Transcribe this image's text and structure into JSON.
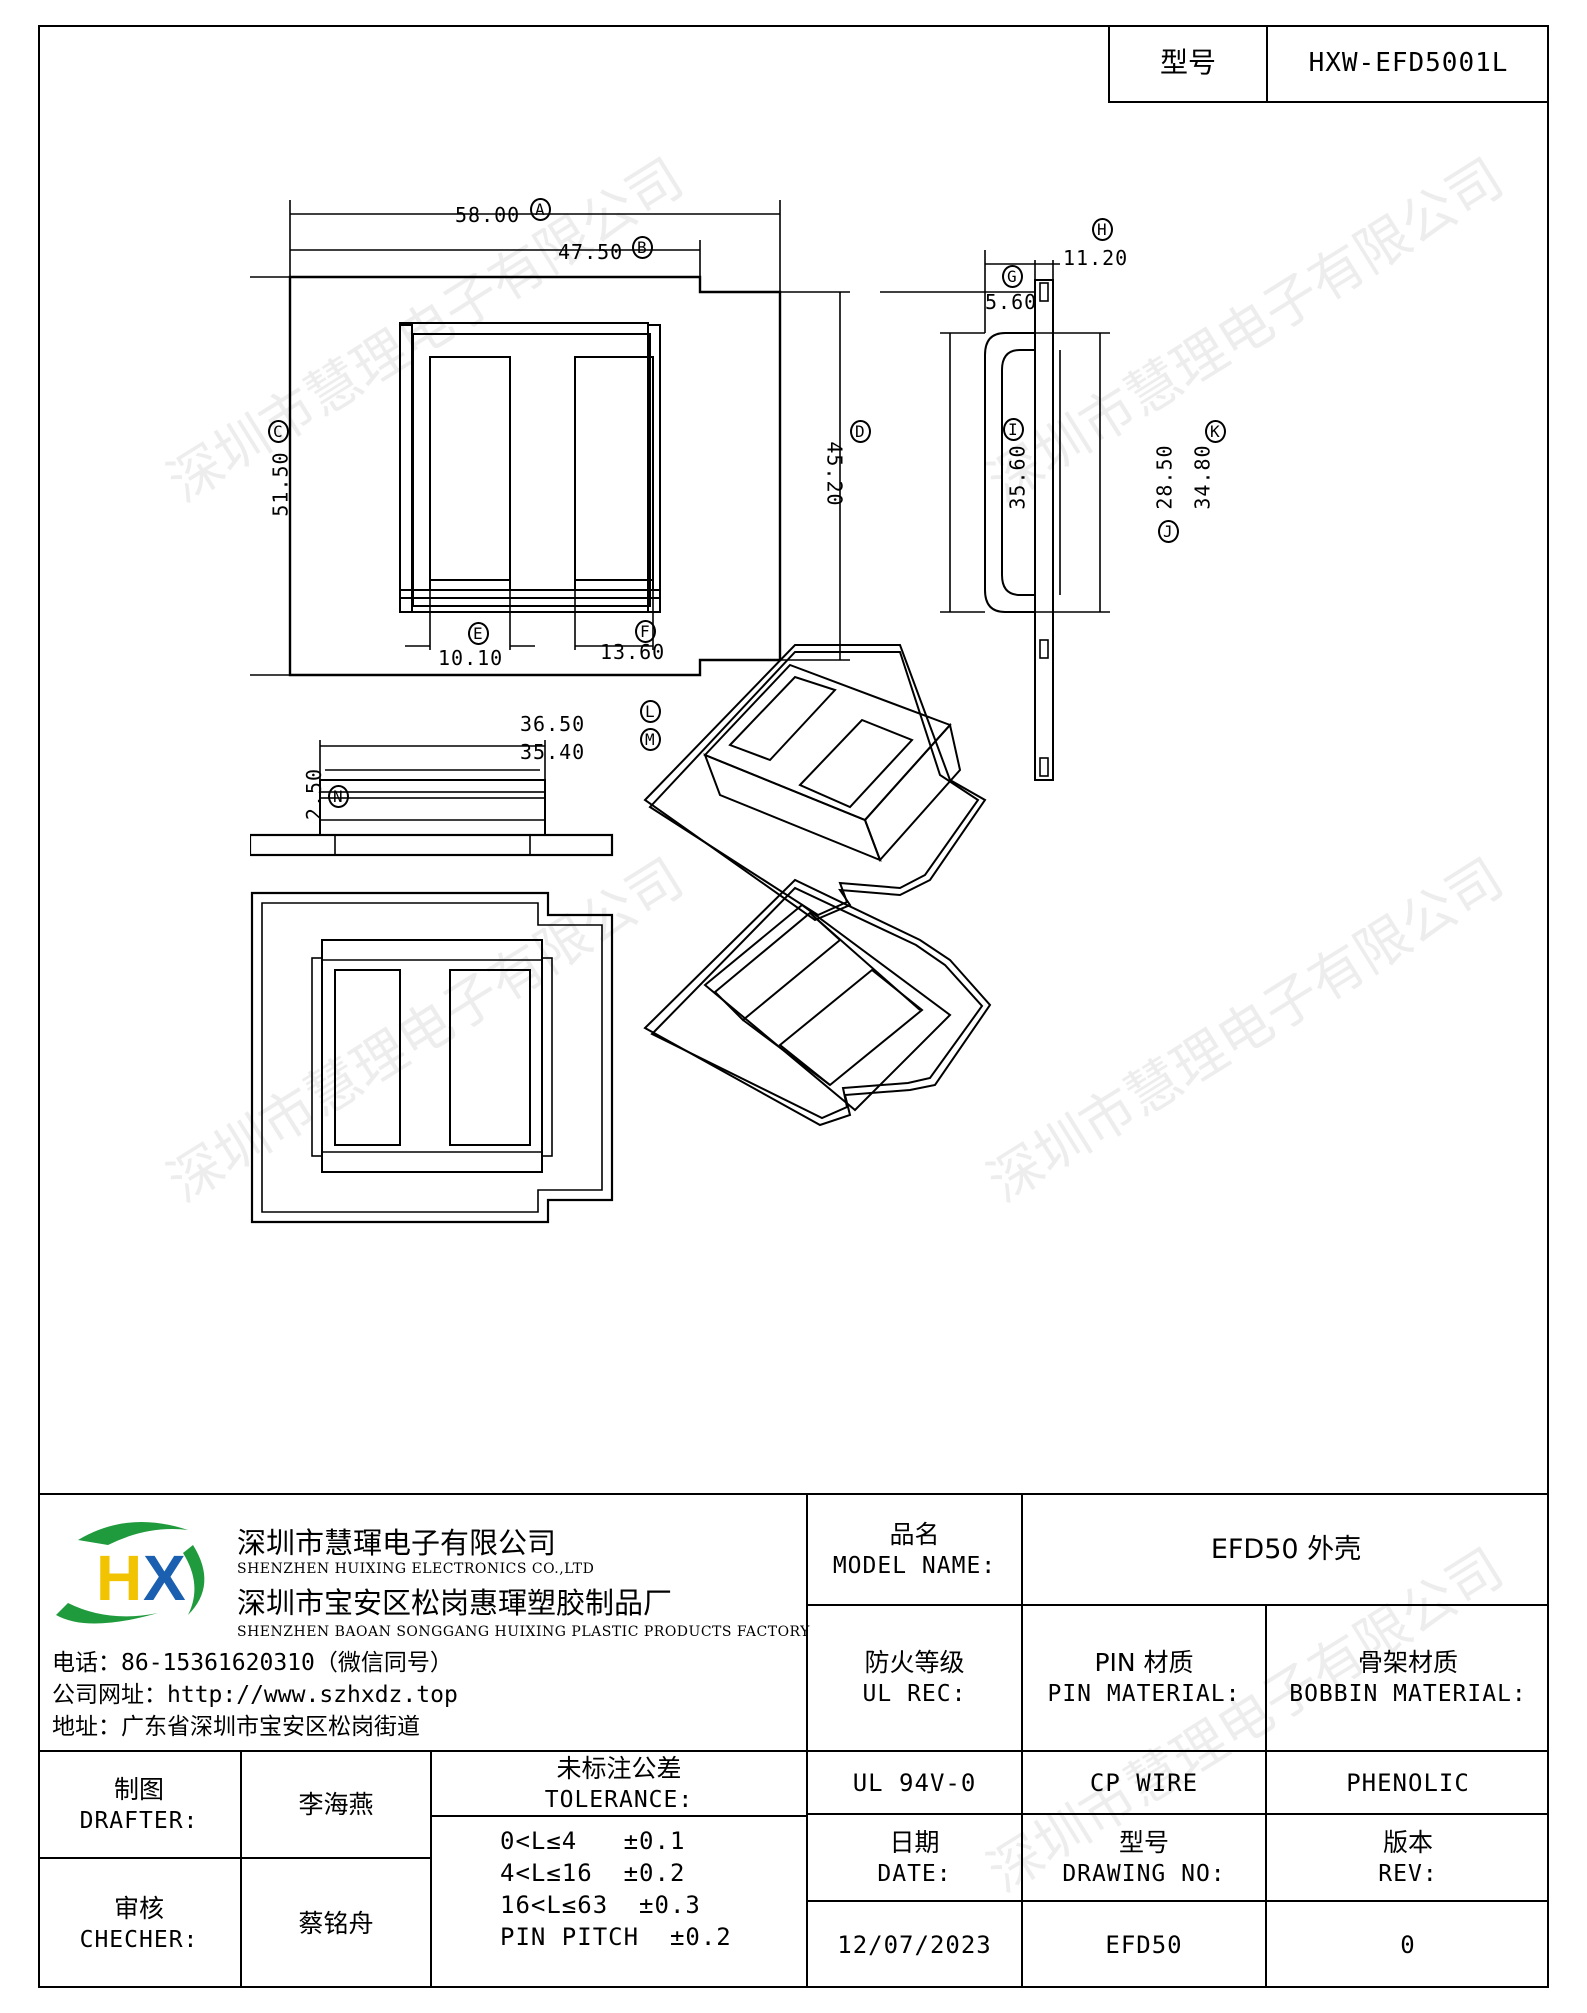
{
  "header": {
    "model_label": "型号",
    "model_value": "HXW-EFD5001L"
  },
  "dimensions": {
    "a": {
      "value": "58.00",
      "mark": "A"
    },
    "b": {
      "value": "47.50",
      "mark": "B"
    },
    "c": {
      "value": "51.50",
      "mark": "C"
    },
    "d": {
      "value": "45.20",
      "mark": "D"
    },
    "e": {
      "value": "10.10",
      "mark": "E"
    },
    "f": {
      "value": "13.60",
      "mark": "F"
    },
    "g": {
      "value": "5.60",
      "mark": "G"
    },
    "h": {
      "value": "11.20",
      "mark": "H"
    },
    "i": {
      "value": "35.60",
      "mark": "I"
    },
    "j": {
      "value": "28.50",
      "mark": "J"
    },
    "k": {
      "value": "34.80",
      "mark": "K"
    },
    "l": {
      "value": "36.50",
      "mark": "L"
    },
    "m": {
      "value": "35.40",
      "mark": "M"
    },
    "n": {
      "value": "2.50",
      "mark": "N"
    }
  },
  "watermark": "深圳市慧理电子有限公司",
  "company": {
    "logo_letters": "HX",
    "name_cn": "深圳市慧琿电子有限公司",
    "name_en": "SHENZHEN HUIXING ELECTRONICS CO.,LTD",
    "factory_cn": "深圳市宝安区松岗惠琿塑胶制品厂",
    "factory_en": "SHENZHEN BAOAN SONGGANG HUIXING PLASTIC PRODUCTS FACTORY",
    "phone_label": "电话：",
    "phone": "86-15361620310（微信同号）",
    "web_label": "公司网址：",
    "web": "http://www.szhxdz.top",
    "addr_label": "地址：",
    "addr": "广东省深圳市宝安区松岗街道"
  },
  "title_block": {
    "model_name_cn": "品名",
    "model_name_en": "MODEL NAME:",
    "model_name_value": "EFD50 外壳",
    "fire_cn": "防火等级",
    "fire_en": "UL REC:",
    "pin_cn": "PIN 材质",
    "pin_en": "PIN MATERIAL:",
    "bobbin_cn": "骨架材质",
    "bobbin_en": "BOBBIN MATERIAL:",
    "fire_value": "UL 94V-0",
    "pin_value": "CP WIRE",
    "bobbin_value": "PHENOLIC",
    "drafter_cn": "制图",
    "drafter_en": "DRAFTER:",
    "drafter_value": "李海燕",
    "checker_cn": "审核",
    "checker_en": "CHECHER:",
    "checker_value": "蔡铭舟",
    "tolerance_cn": "未标注公差",
    "tolerance_en": "TOLERANCE:",
    "tolerance_lines": [
      "0<L≤4   ±0.1",
      "4<L≤16  ±0.2",
      "16<L≤63  ±0.3",
      "PIN PITCH  ±0.2"
    ],
    "date_cn": "日期",
    "date_en": "DATE:",
    "date_value": "12/07/2023",
    "drawing_cn": "型号",
    "drawing_en": "DRAWING NO:",
    "drawing_value": "EFD50",
    "rev_cn": "版本",
    "rev_en": "REV:",
    "rev_value": "0"
  },
  "colors": {
    "logo_green": "#1f9a3c",
    "logo_yellow": "#f2c300",
    "logo_blue": "#1b5fb0"
  }
}
